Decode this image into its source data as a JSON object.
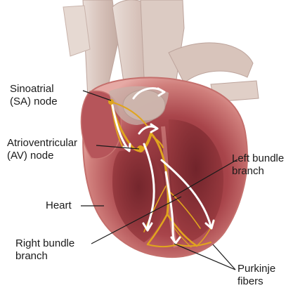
{
  "labels": {
    "sa_node": [
      "Sinoatrial",
      "(SA) node"
    ],
    "av_node": [
      "Atrioventricular",
      "(AV) node"
    ],
    "heart": "Heart",
    "right_bundle": [
      "Right bundle",
      "branch"
    ],
    "left_bundle": [
      "Left bundle",
      "branch"
    ],
    "purkinje": [
      "Purkinje",
      "fibers"
    ]
  },
  "colors": {
    "background": "#ffffff",
    "heart_outer": "#d98a85",
    "heart_inner": "#a83a3c",
    "heart_cavity": "#8a2d33",
    "vessels": "#e2cfc8",
    "conduction": "#e0a51e",
    "arrow": "#ffffff",
    "leader": "#1a1a1a"
  },
  "icons": [
    "white-flow-arrow",
    "conduction-pathway",
    "heart-illustration"
  ]
}
